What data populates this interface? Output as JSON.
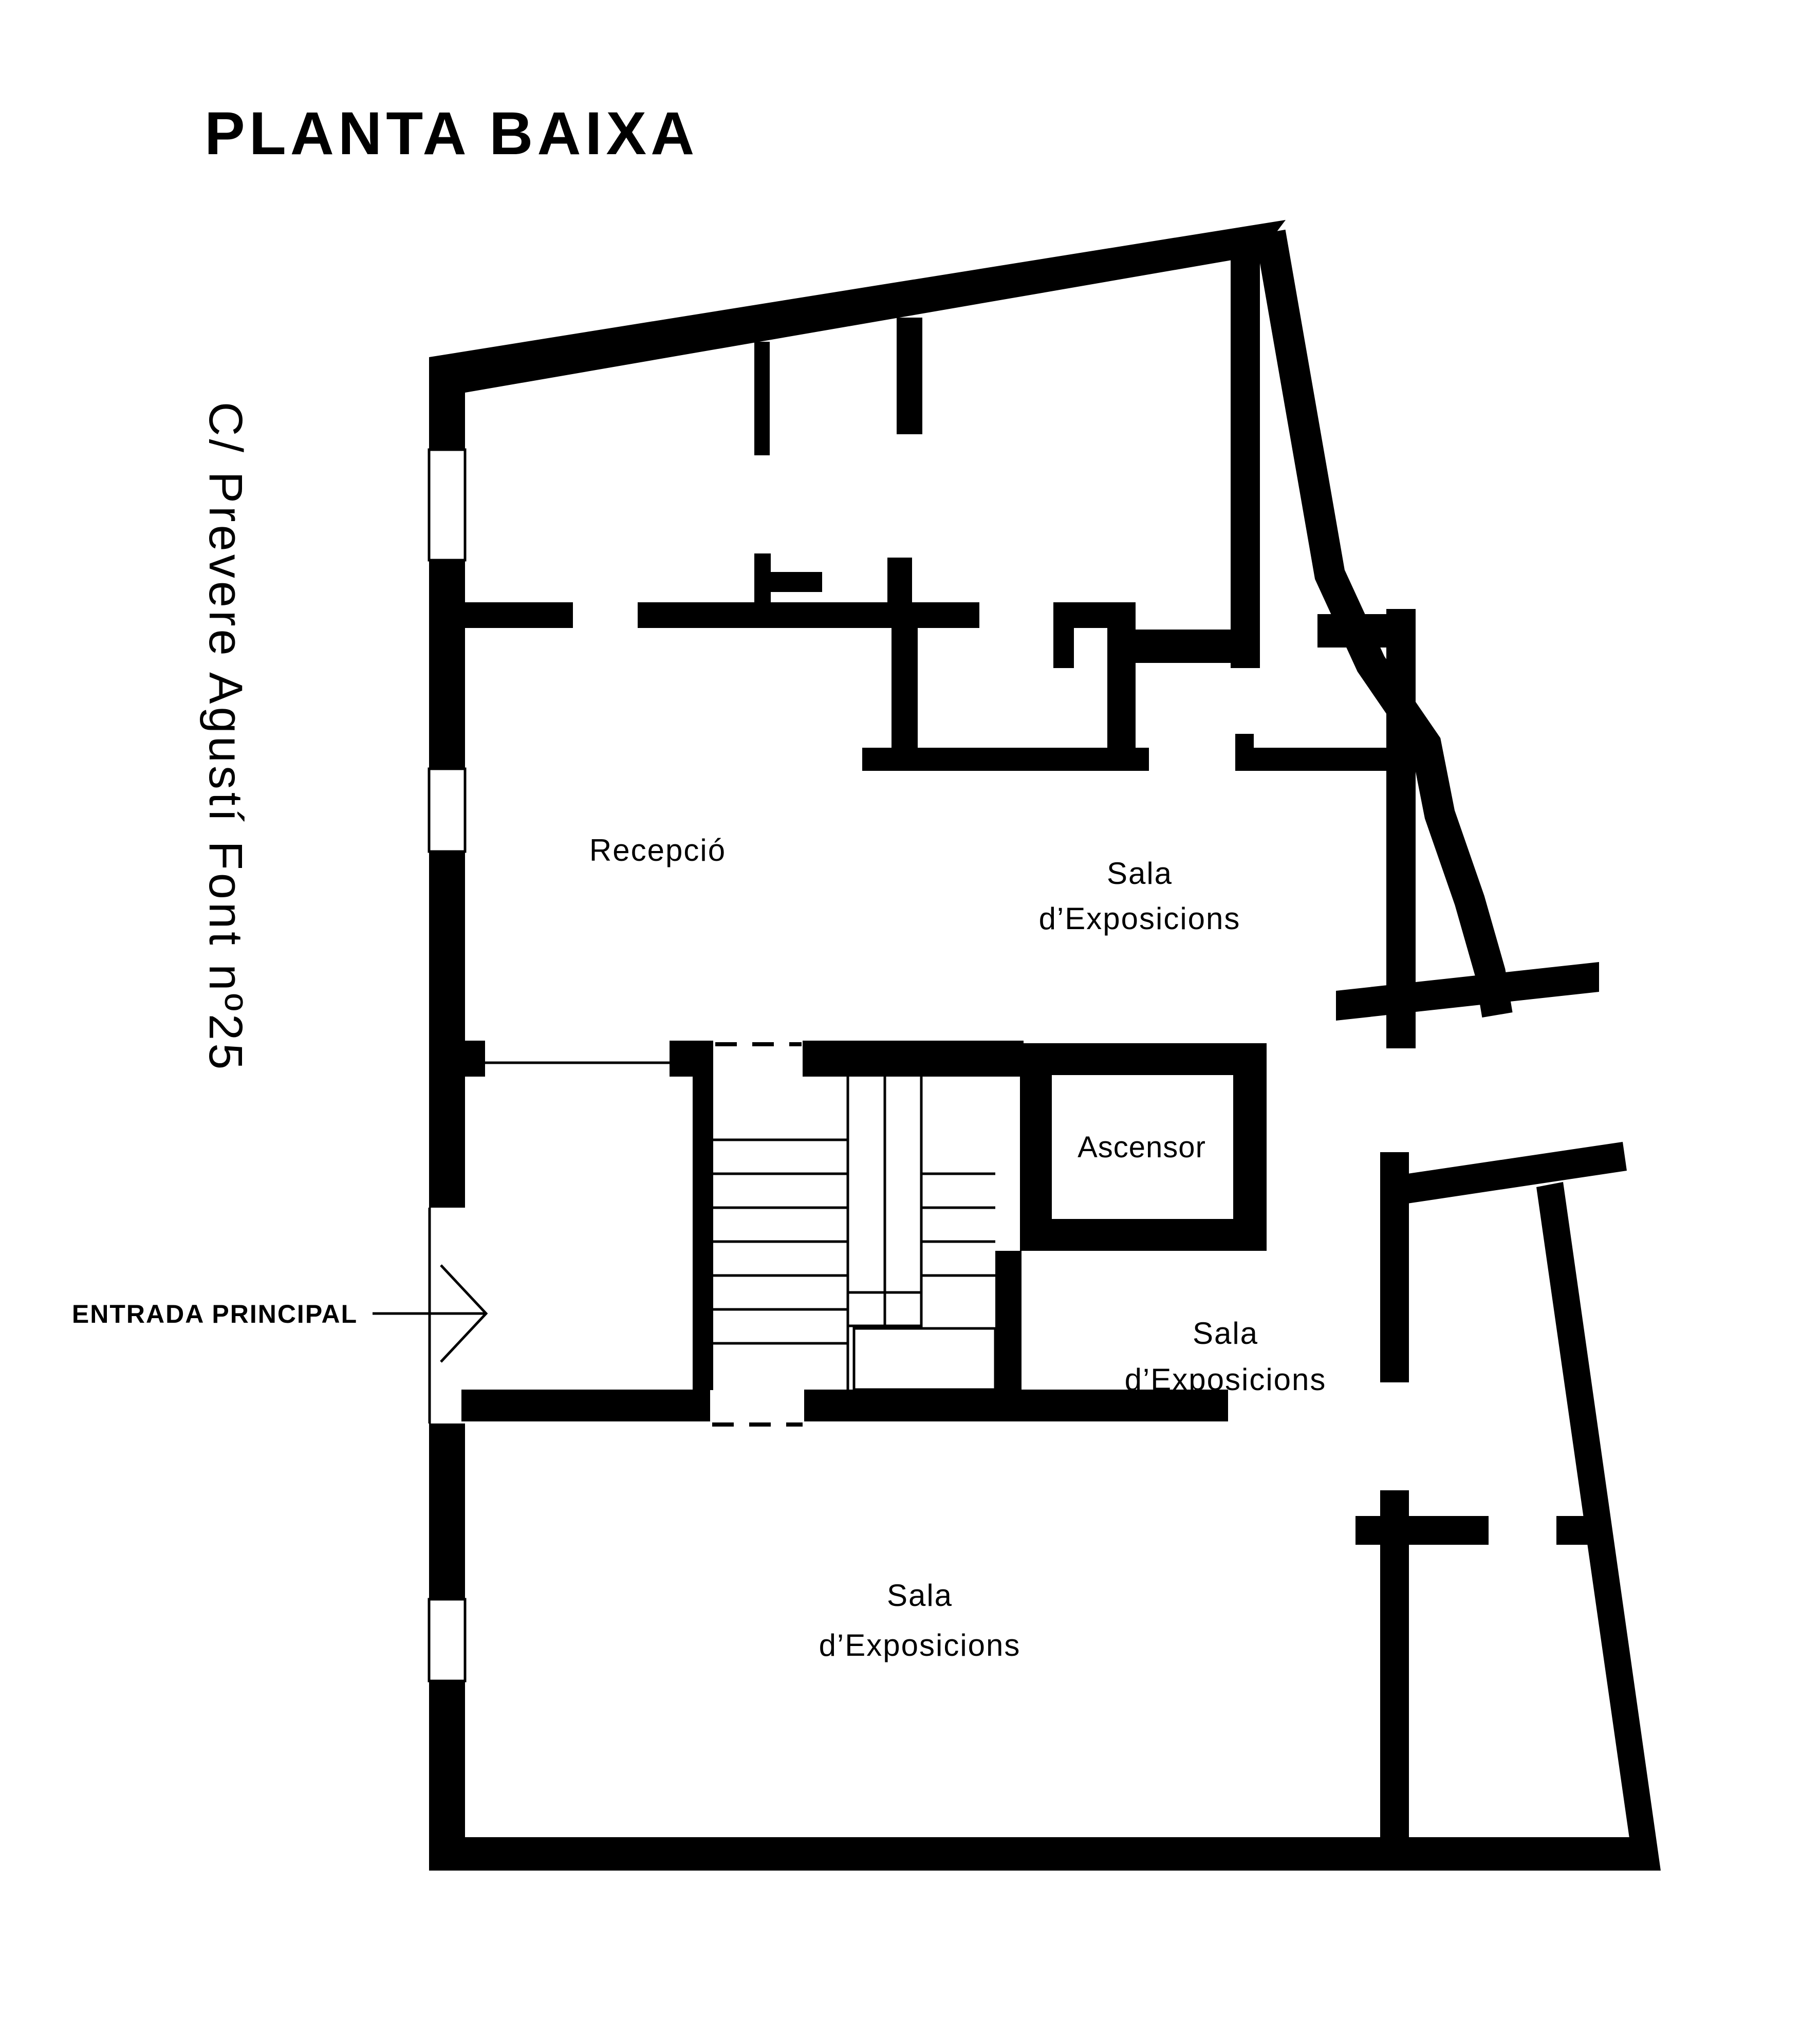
{
  "page": {
    "background_color": "#ffffff",
    "ink_color": "#000000"
  },
  "title": "PLANTA BAIXA",
  "street_label": "C/ Prevere Agustí Font nº25",
  "entrance": {
    "label": "ENTRADA PRINCIPAL",
    "arrow_icon": "right-open-chevron-arrow"
  },
  "rooms": {
    "reception": {
      "label": "Recepció"
    },
    "elevator": {
      "label": "Ascensor"
    },
    "exhibition_top": {
      "line1": "Sala",
      "line2": "d’Exposicions"
    },
    "exhibition_middle": {
      "line1": "Sala",
      "line2": "d’Exposicions"
    },
    "exhibition_bottom": {
      "line1": "Sala",
      "line2": "d’Exposicions"
    }
  }
}
